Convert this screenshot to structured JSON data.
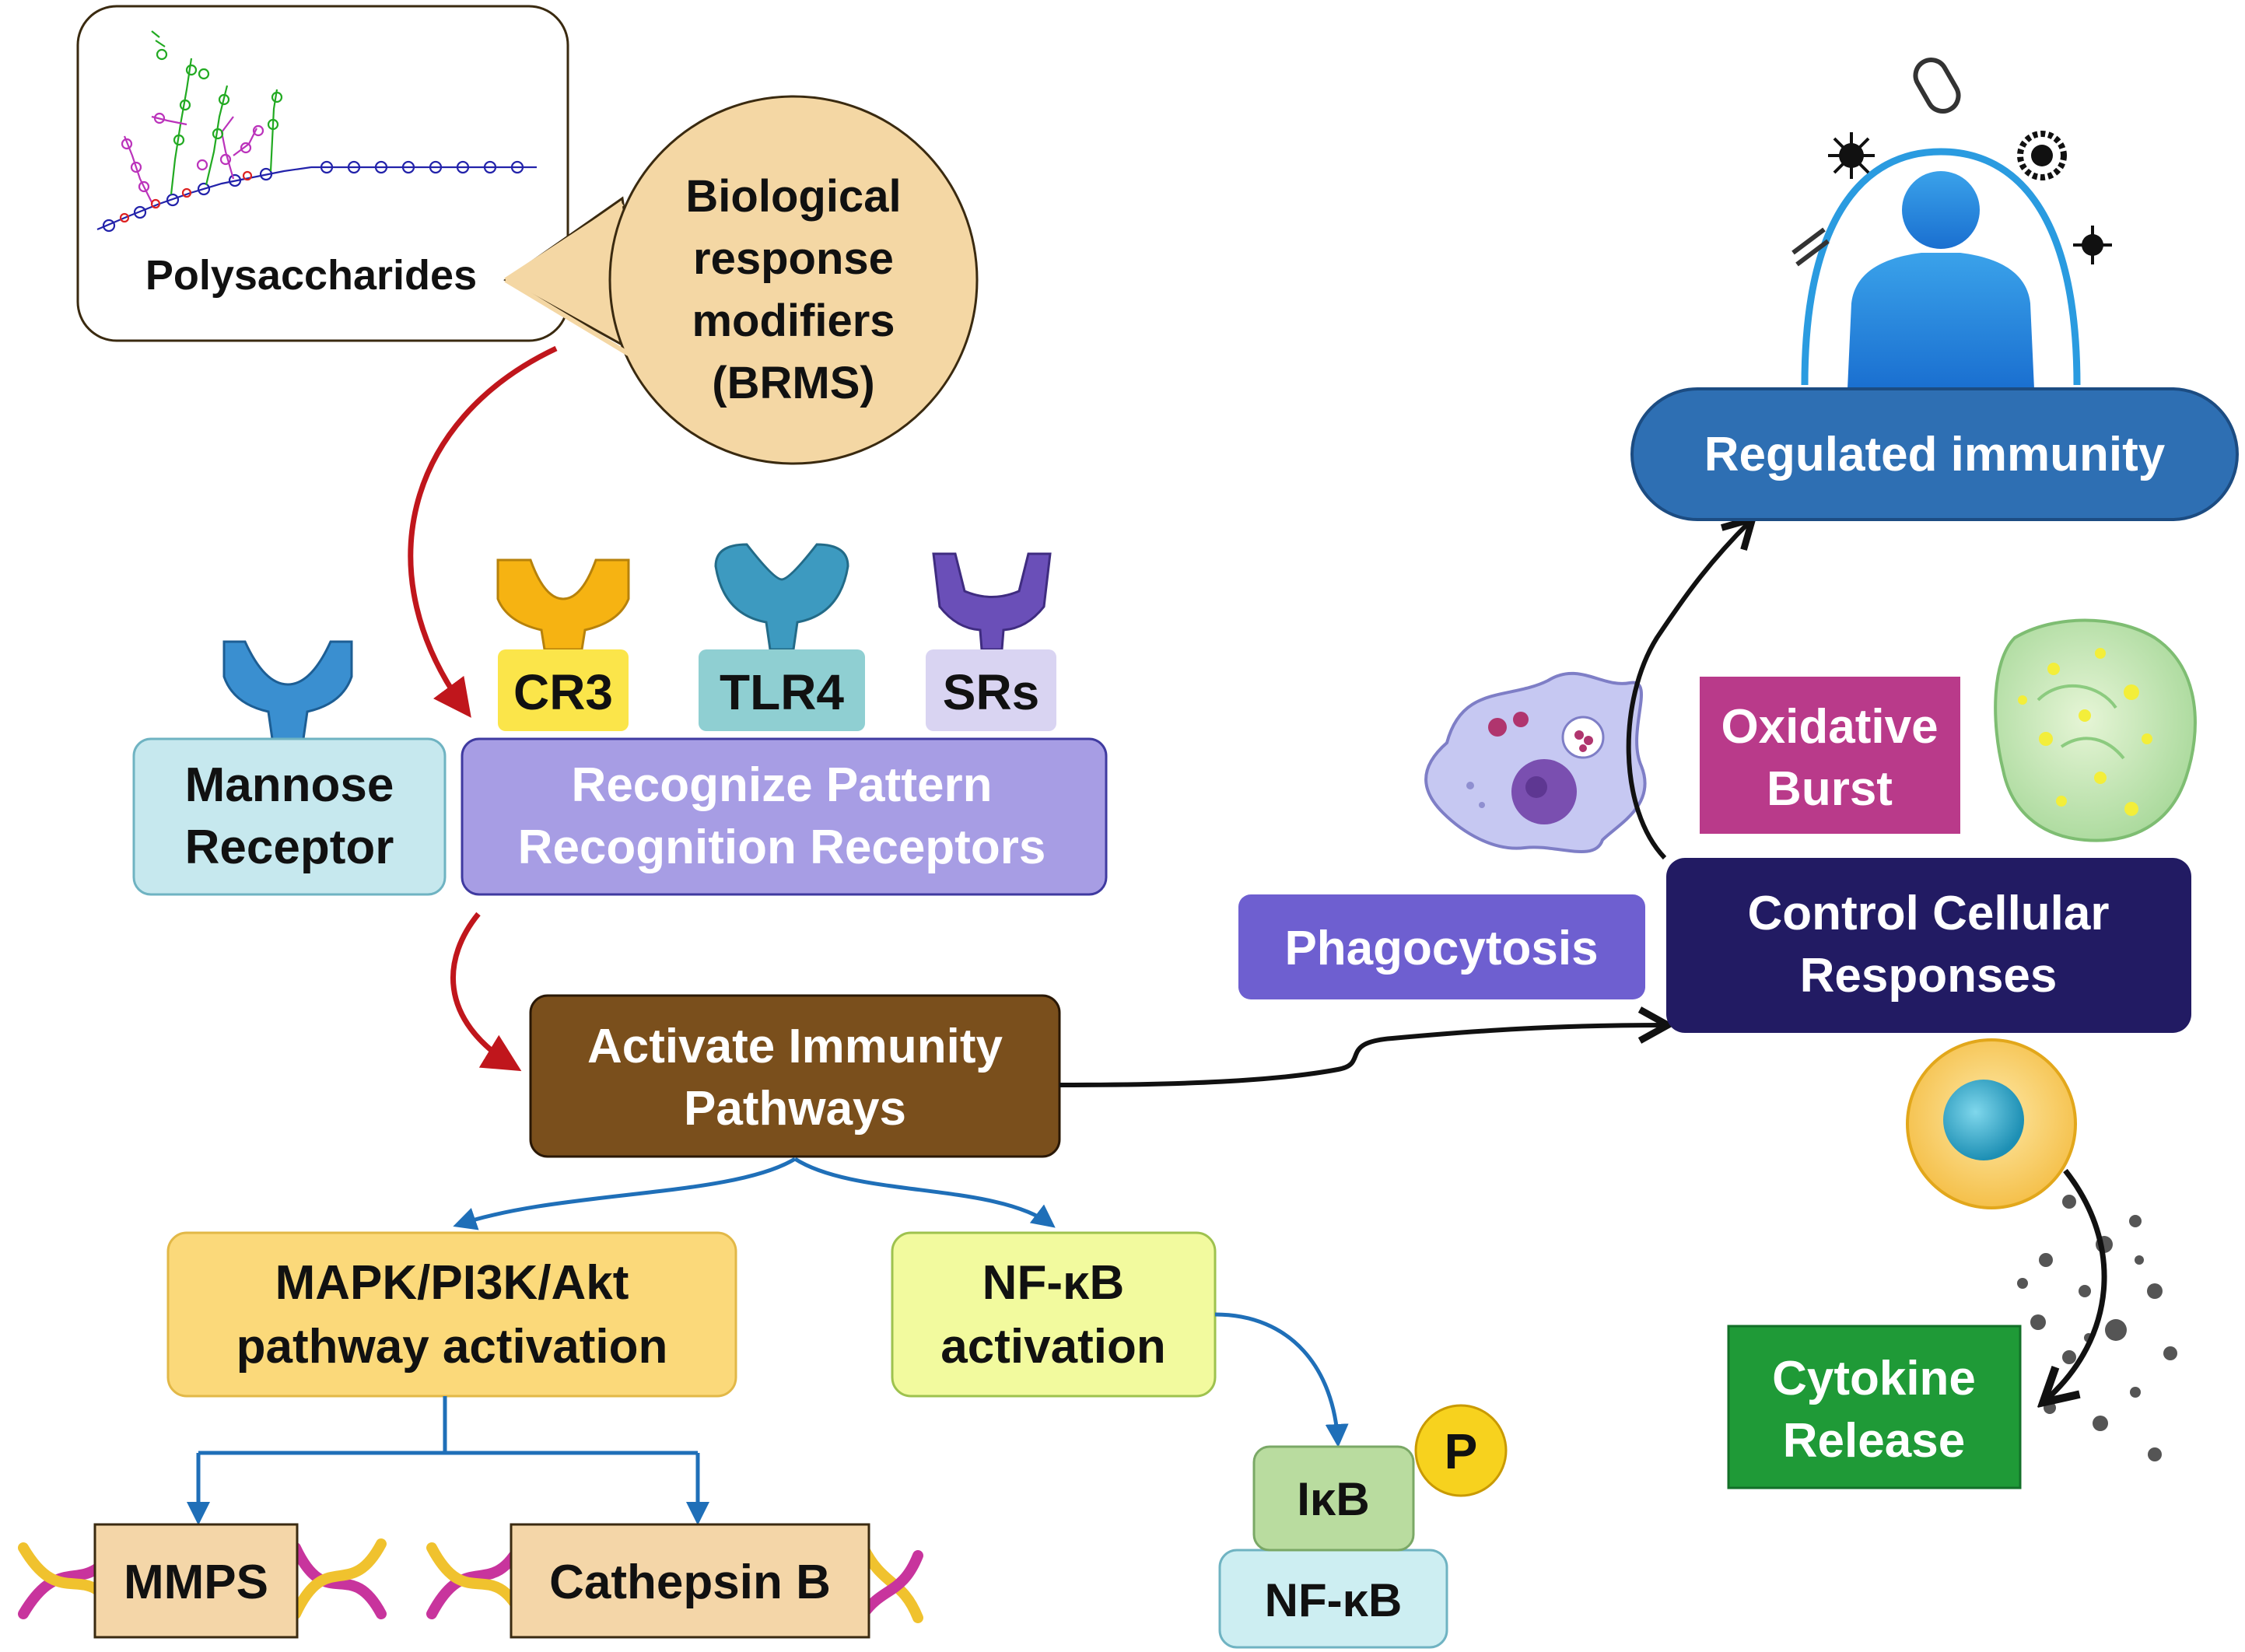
{
  "colors": {
    "arrow_red": "#c0161c",
    "arrow_blue": "#1f6fb8",
    "arrow_black": "#111111",
    "mannose_fill": "#c6e8ee",
    "prr_fill": "#a79de4",
    "cr3_fill": "#fbe54a",
    "tlr4_fill": "#8fcfd2",
    "srs_fill": "#d9d4f2",
    "activate_fill": "#7a4f1c",
    "mapk_fill": "#fbd97a",
    "nfkb_fill": "#f2fa9e",
    "ikb_fill": "#b9dc9f",
    "nfkb2_fill": "#cdeef2",
    "dna_box_fill": "#f4d6a8",
    "phago_fill": "#6e5fd0",
    "control_fill": "#221b63",
    "oxidative_fill": "#b93a8a",
    "regulated_fill": "#2e6fb3",
    "cytokine_fill": "#1f9a37",
    "brms_fill": "#f4d7a4",
    "p_fill": "#f7d21e"
  },
  "nodes": {
    "polysaccharides": "Polysaccharides",
    "brms": [
      "Biological",
      "response",
      "modifiers",
      "(BRMS)"
    ],
    "cr3": "CR3",
    "tlr4": "TLR4",
    "srs": "SRs",
    "mannose": [
      "Mannose",
      "Receptor"
    ],
    "prr": [
      "Recognize Pattern",
      "Recognition Receptors"
    ],
    "activate": [
      "Activate Immunity",
      "Pathways"
    ],
    "mapk": [
      "MAPK/PI3K/Akt",
      "pathway activation"
    ],
    "nfkb_act": [
      "NF-κB",
      "activation"
    ],
    "mmps": "MMPS",
    "cathepsin": "Cathepsin B",
    "ikb": "IκB",
    "p": "P",
    "nfkb": "NF-κB",
    "phagocytosis": "Phagocytosis",
    "control": [
      "Control Cellular",
      "Responses"
    ],
    "oxidative": [
      "Oxidative",
      "Burst"
    ],
    "regulated": "Regulated immunity",
    "cytokine": [
      "Cytokine",
      "Release"
    ]
  },
  "icons": [
    "polysaccharide-structure-icon",
    "receptor-icon",
    "macrophage-icon",
    "dna-helix-icon",
    "human-silhouette-icon",
    "virus-icon",
    "bacteria-icon",
    "lymphocyte-icon",
    "granulocyte-icon"
  ]
}
